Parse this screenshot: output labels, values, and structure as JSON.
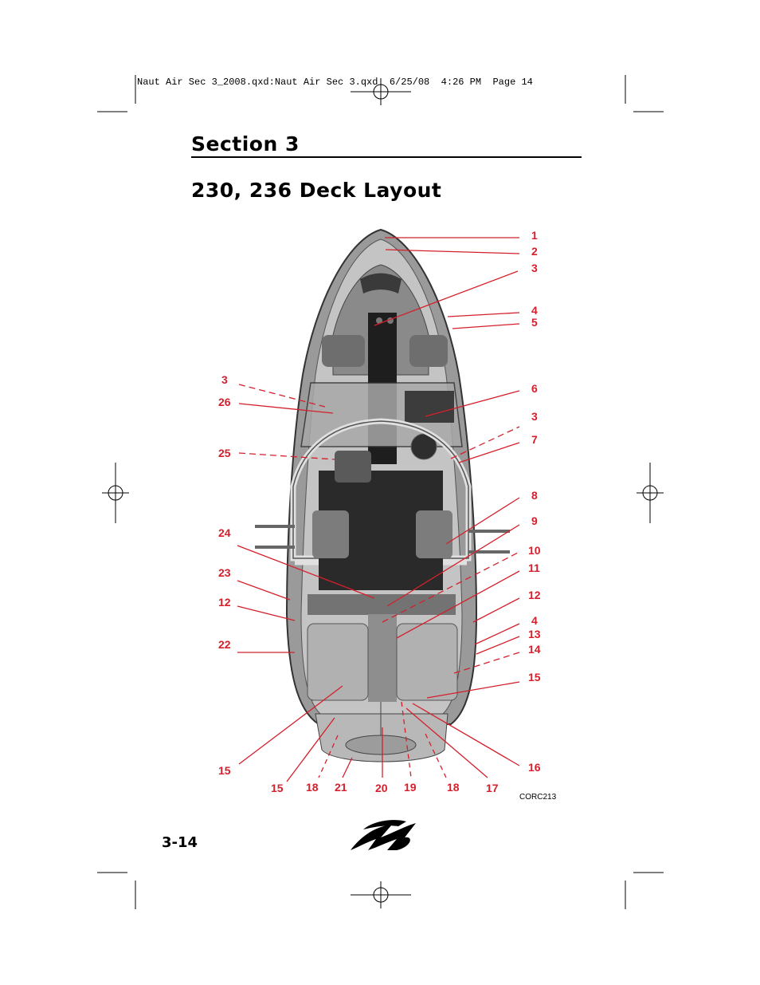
{
  "slug_line": "Naut Air Sec 3_2008.qxd:Naut Air Sec 3.qxd  6/25/08  4:26 PM  Page 14",
  "section_title": "Section 3",
  "page_heading": "230, 236 Deck Layout",
  "figure_code": "CORC213",
  "page_number": "3-14",
  "logo": "nautique-n-logo",
  "colors": {
    "callout": "#d4202c",
    "text": "#000000"
  },
  "callouts": [
    "1",
    "2",
    "3",
    "4",
    "5",
    "6",
    "3",
    "7",
    "8",
    "9",
    "10",
    "11",
    "12",
    "4",
    "13",
    "14",
    "15",
    "16",
    "17",
    "18",
    "19",
    "20",
    "21",
    "18",
    "15",
    "15",
    "22",
    "12",
    "23",
    "24",
    "25",
    "26",
    "3"
  ]
}
